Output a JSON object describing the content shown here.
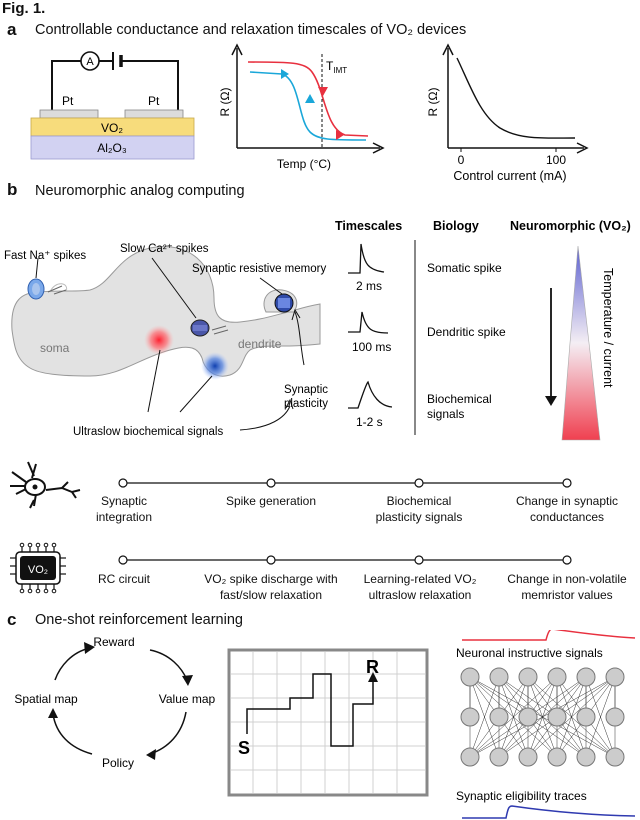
{
  "figure": {
    "label": "Fig. 1."
  },
  "panel_a": {
    "letter": "a",
    "title": "Controllable conductance and relaxation timescales of VO₂ devices",
    "device": {
      "ammeter": "A",
      "electrode_left": "Pt",
      "electrode_right": "Pt",
      "film": "VO₂",
      "substrate": "Al₂O₃"
    },
    "plot1": {
      "ylabel": "R (Ω)",
      "xlabel": "Temp (°C)",
      "marker": "T",
      "marker_sub": "IMT"
    },
    "plot2": {
      "ylabel": "R (Ω)",
      "xlabel": "Control current (mA)",
      "ticks": [
        "0",
        "100"
      ]
    }
  },
  "panel_b": {
    "letter": "b",
    "title": "Neuromorphic analog computing",
    "neuron": {
      "fast_na": "Fast Na⁺ spikes",
      "slow_ca": "Slow Ca²⁺ spikes",
      "synaptic_memory": "Synaptic resistive memory",
      "soma": "soma",
      "dendrite": "dendrite",
      "plasticity_1": "Synaptic",
      "plasticity_2": "plasticity",
      "ultraslow": "Ultraslow biochemical signals"
    },
    "table": {
      "col_timescales": "Timescales",
      "col_biology": "Biology",
      "col_neuromorphic": "Neuromorphic (VO₂)",
      "gradient_label": "Temperature / current",
      "rows": [
        {
          "timescale": "2 ms",
          "biology": "Somatic spike"
        },
        {
          "timescale": "100 ms",
          "biology": "Dendritic spike"
        },
        {
          "timescale": "1-2 s",
          "biology_1": "Biochemical",
          "biology_2": "signals"
        }
      ]
    },
    "bio_timeline": [
      {
        "line1": "Synaptic",
        "line2": "integration"
      },
      {
        "line1": "Spike generation",
        "line2": ""
      },
      {
        "line1": "Biochemical",
        "line2": "plasticity signals"
      },
      {
        "line1": "Change in synaptic",
        "line2": "conductances"
      }
    ],
    "chip_label": "VO₂",
    "vo2_timeline": [
      {
        "line1": "RC circuit",
        "line2": ""
      },
      {
        "line1": "VO₂ spike discharge with",
        "line2": "fast/slow relaxation"
      },
      {
        "line1": "Learning-related VO₂",
        "line2": "ultraslow relaxation"
      },
      {
        "line1": "Change in non-volatile",
        "line2": "memristor values"
      }
    ]
  },
  "panel_c": {
    "letter": "c",
    "title": "One-shot reinforcement learning",
    "cycle": {
      "reward": "Reward",
      "value_map": "Value map",
      "policy": "Policy",
      "spatial_map": "Spatial map"
    },
    "maze": {
      "start": "S",
      "reward": "R"
    },
    "network": {
      "top_label": "Neuronal instructive signals",
      "bottom_label": "Synaptic eligibility traces"
    }
  },
  "colors": {
    "red_trace": "#e8303f",
    "blue_trace": "#1aa7d9",
    "vo2_yellow": "#f7dc7c",
    "substrate": "#d2d2f2",
    "gradient_top": "#5b5fd0",
    "gradient_bottom": "#f04050"
  }
}
